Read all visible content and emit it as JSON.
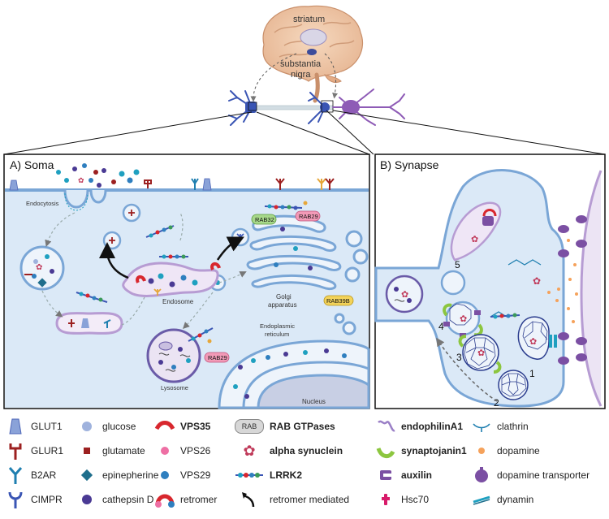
{
  "brain": {
    "striatum": "striatum",
    "substantia": "substantia",
    "nigra": "nigra"
  },
  "panel_a": {
    "title": "A) Soma",
    "endocytosis": "Endocytosis",
    "endosome": "Endosome",
    "lysosome": "Lysosome",
    "golgi_1": "Golgi",
    "golgi_2": "apparatus",
    "er_1": "Endoplasmic",
    "er_2": "reticulum",
    "nucleus": "Nucleus",
    "rab32": "RAB32",
    "rab29_a": "RAB29",
    "rab29_b": "RAB29",
    "rab39b": "RAB39B"
  },
  "panel_b": {
    "title": "B) Synapse",
    "n1": "1",
    "n2": "2",
    "n3": "3",
    "n4": "4",
    "n5": "5"
  },
  "legend": {
    "glut1": "GLUT1",
    "glur1": "GLUR1",
    "b2ar": "B2AR",
    "cimpr": "CIMPR",
    "glucose": "glucose",
    "glutamate": "glutamate",
    "epinepherine": "epinepherine",
    "cathepsin": "cathepsin D",
    "vps35": "VPS35",
    "vps26": "VPS26",
    "vps29": "VPS29",
    "retromer": "retromer",
    "rab_badge": "RAB",
    "rab_gtpases": "RAB GTPases",
    "alpha_syn": "alpha synuclein",
    "lrrk2": "LRRK2",
    "retromer_mediated": "retromer mediated",
    "endophilin": "endophilinA1",
    "synaptojanin": "synaptojanin1",
    "auxilin": "auxilin",
    "hsc70": "Hsc70",
    "clathrin": "clathrin",
    "dopamine": "dopamine",
    "dat": "dopamine transporter",
    "dynamin": "dynamin"
  },
  "colors": {
    "cytoplasm": "#dbe9f7",
    "membrane": "#7aa6d6",
    "neuron_blue": "#3a55b4",
    "neuron_purple": "#8e5bb6",
    "vps35_red": "#d8272e",
    "vps26_pink": "#ee6fa4",
    "vps29_blue": "#2f7fbf",
    "cathepsin_purple": "#4a3a94",
    "glutamate_red": "#9c2020",
    "epi_teal": "#1f6e8c",
    "glucose_blue": "#9fb2dd",
    "rab32_green": "#a7d88a",
    "rab29_pink": "#f29ab7",
    "rab39b_yellow": "#f3d35a",
    "dopamine_orange": "#f5a25b",
    "synaptojanin_green": "#8cc63f",
    "auxilin_purple": "#7b4fa3"
  },
  "icons": [
    "glut1-icon",
    "glur1-icon",
    "b2ar-icon",
    "cimpr-icon",
    "glucose-icon",
    "glutamate-icon",
    "epinepherine-icon",
    "cathepsin-icon",
    "vps35-icon",
    "vps26-icon",
    "vps29-icon",
    "retromer-icon",
    "rab-badge-icon",
    "alpha-synuclein-icon",
    "lrrk2-icon",
    "retromer-arrow-icon",
    "endophilin-icon",
    "synaptojanin-icon",
    "auxilin-icon",
    "hsc70-icon",
    "clathrin-icon",
    "dopamine-icon",
    "dopamine-transporter-icon",
    "dynamin-icon"
  ]
}
